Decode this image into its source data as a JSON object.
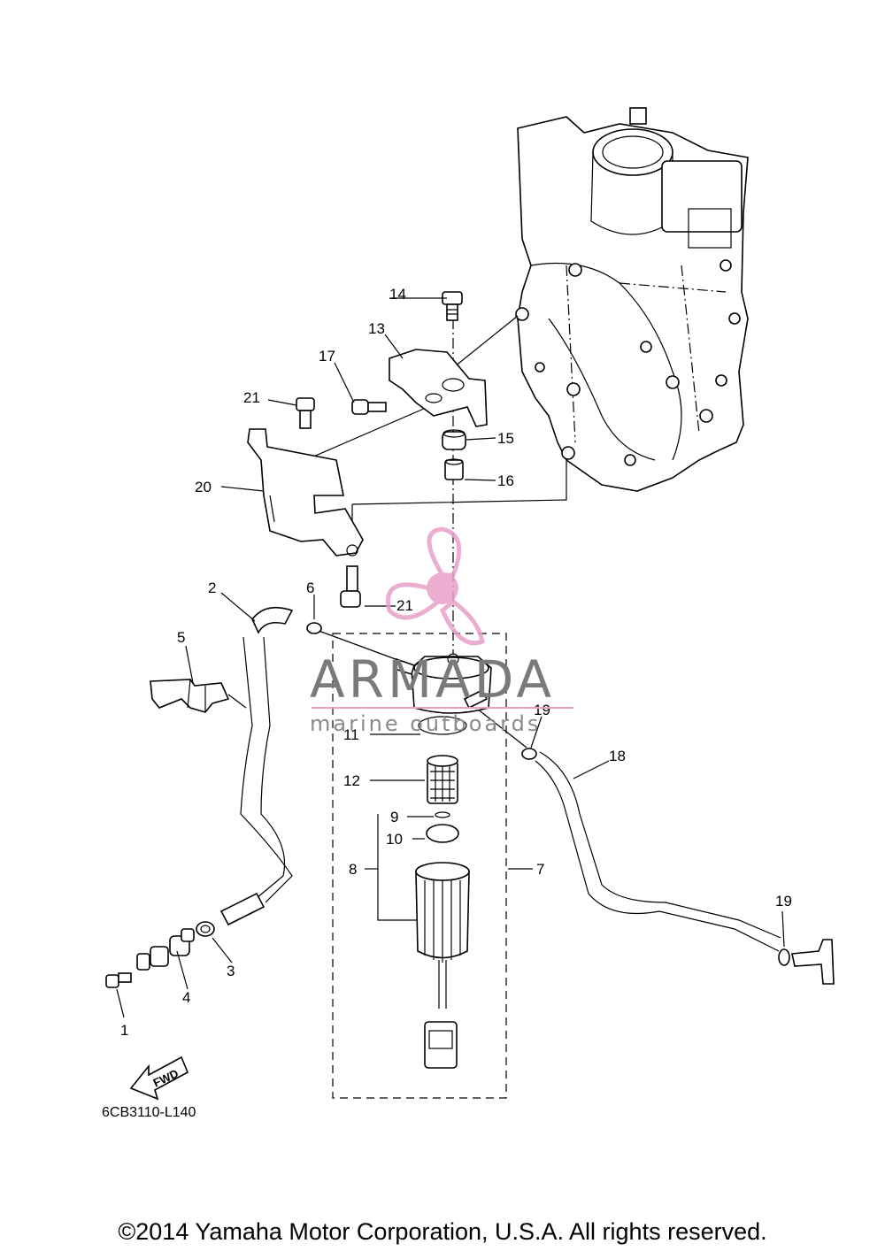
{
  "diagram": {
    "reference_code": "6CB3110-L140",
    "fwd_label": "FWD",
    "callouts": {
      "c1": "1",
      "c2": "2",
      "c3": "3",
      "c4": "4",
      "c5": "5",
      "c6": "6",
      "c7": "7",
      "c8": "8",
      "c9": "9",
      "c10": "10",
      "c11": "11",
      "c12": "12",
      "c13": "13",
      "c14": "14",
      "c15": "15",
      "c16": "16",
      "c17": "17",
      "c18": "18",
      "c19a": "19",
      "c19b": "19",
      "c20": "20",
      "c21a": "21",
      "c21b": "21"
    }
  },
  "watermark": {
    "brand": "ARMADA",
    "tagline": "marine outboards",
    "color": "#e8a0c8"
  },
  "footer": {
    "copyright": "©2014 Yamaha Motor Corporation, U.S.A. All rights reserved."
  }
}
